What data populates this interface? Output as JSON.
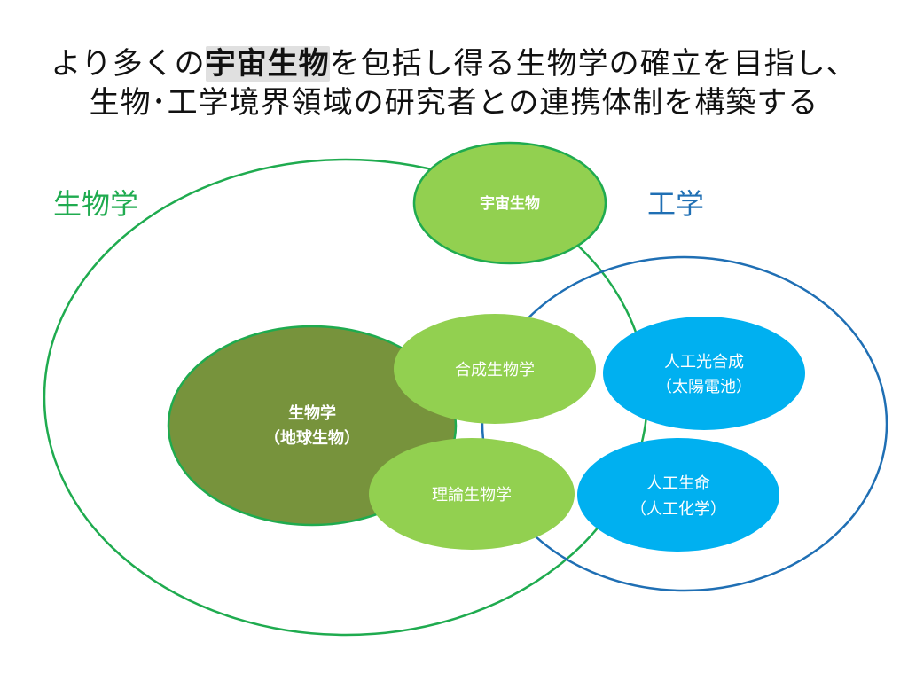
{
  "title": {
    "line1_pre": "より多くの",
    "line1_highlight": "宇宙生物",
    "line1_post": "を包括し得る生物学の確立を目指し、",
    "line2": "生物･工学境界領域の研究者との連携体制を構築する"
  },
  "domains": {
    "biology": "生物学",
    "engineering": "工学"
  },
  "nodes": {
    "space_biology": "宇宙生物",
    "earth_biology_line1": "生物学",
    "earth_biology_line2": "（地球生物）",
    "synthetic_biology": "合成生物学",
    "theoretical_biology": "理論生物学",
    "artificial_photosynthesis_line1": "人工光合成",
    "artificial_photosynthesis_line2": "（太陽電池）",
    "artificial_life_line1": "人工生命",
    "artificial_life_line2": "（人工化学）"
  },
  "colors": {
    "biology_ring": "#1fab4f",
    "engineering_ring": "#1f6fb4",
    "light_green": "#92d050",
    "olive": "#77933c",
    "blue": "#00b0f0",
    "biology_label": "#1fab4f",
    "engineering_label": "#1f6fb4"
  }
}
